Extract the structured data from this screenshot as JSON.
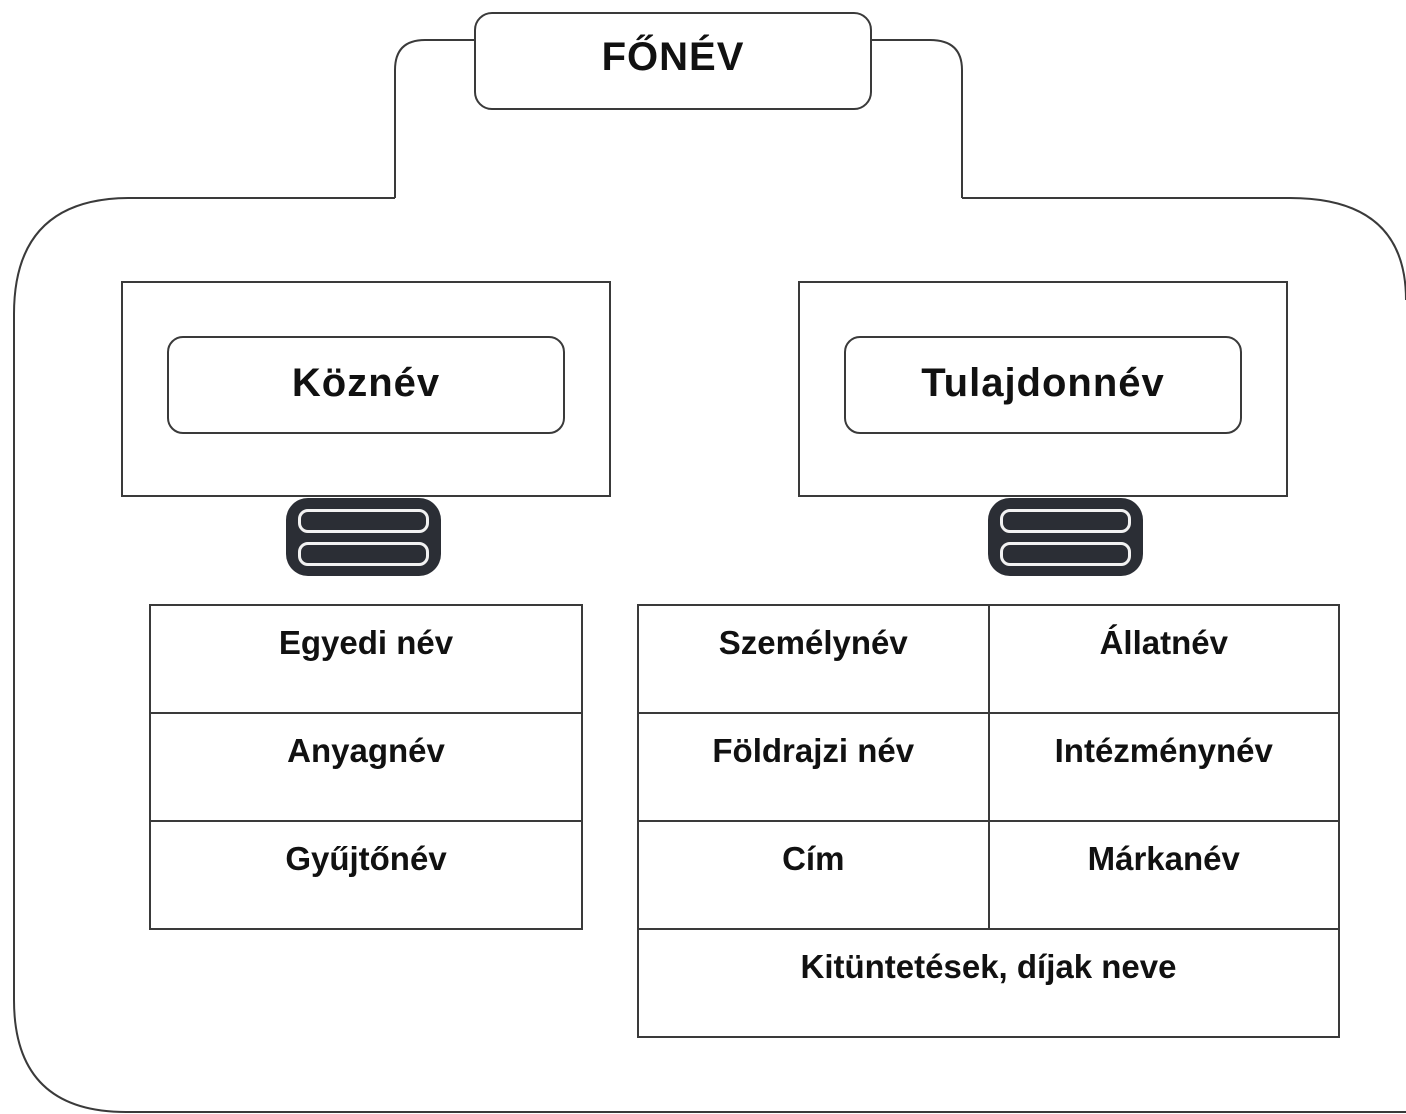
{
  "root": {
    "label": "FŐNÉV"
  },
  "common": {
    "label": "Köznév",
    "items": [
      "Egyedi név",
      "Anyagnév",
      "Gyűjtőnév"
    ]
  },
  "proper": {
    "label": "Tulajdonnév",
    "grid": [
      [
        "Személynév",
        "Állatnév"
      ],
      [
        "Földrajzi név",
        "Intézménynév"
      ],
      [
        "Cím",
        "Márkanév"
      ]
    ],
    "footer": "Kitüntetések, díjak neve"
  },
  "colors": {
    "stroke": "#3a3a3a",
    "connector": "#2b2e35",
    "background": "#ffffff"
  }
}
